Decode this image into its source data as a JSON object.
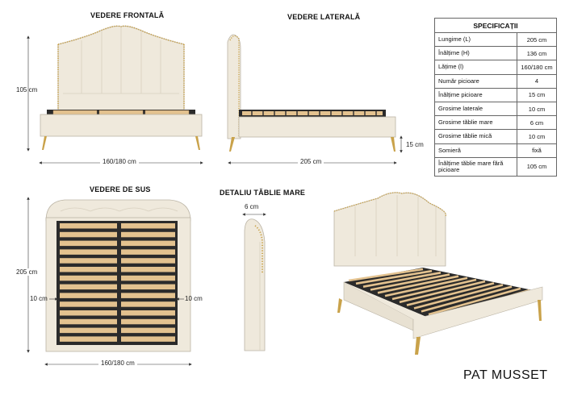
{
  "views": {
    "front_title": "VEDERE FRONTALĂ",
    "side_title": "VEDERE LATERALĂ",
    "top_title": "VEDERE DE SUS",
    "detail_title": "DETALIU TĂBLIE MARE"
  },
  "dims": {
    "front_height": "105 cm",
    "front_width": "160/180 cm",
    "side_length": "205 cm",
    "side_leg": "15 cm",
    "top_length": "205 cm",
    "top_left": "10 cm",
    "top_right": "10 cm",
    "top_width": "160/180 cm",
    "detail_width": "6 cm"
  },
  "spec": {
    "title": "SPECIFICAȚII",
    "rows": [
      {
        "label": "Lungime (L)",
        "value": "205 cm"
      },
      {
        "label": "Înălțime (H)",
        "value": "136 cm"
      },
      {
        "label": "Lățime (l)",
        "value": "160/180 cm"
      },
      {
        "label": "Număr picioare",
        "value": "4"
      },
      {
        "label": "Înălțime picioare",
        "value": "15 cm"
      },
      {
        "label": "Grosime laterale",
        "value": "10 cm"
      },
      {
        "label": "Grosime tăblie mare",
        "value": "6 cm"
      },
      {
        "label": "Grosime tăblie mică",
        "value": "10 cm"
      },
      {
        "label": "Somieră",
        "value": "fixă"
      },
      {
        "label": "Înălțime tăblie mare fără picioare",
        "value": "105 cm"
      }
    ]
  },
  "brand": "PAT MUSSET",
  "colors": {
    "fabric": "#efe9dc",
    "gold": "#c9a24a",
    "slat": "#e3c28f",
    "frame_dark": "#2b2b2b"
  }
}
